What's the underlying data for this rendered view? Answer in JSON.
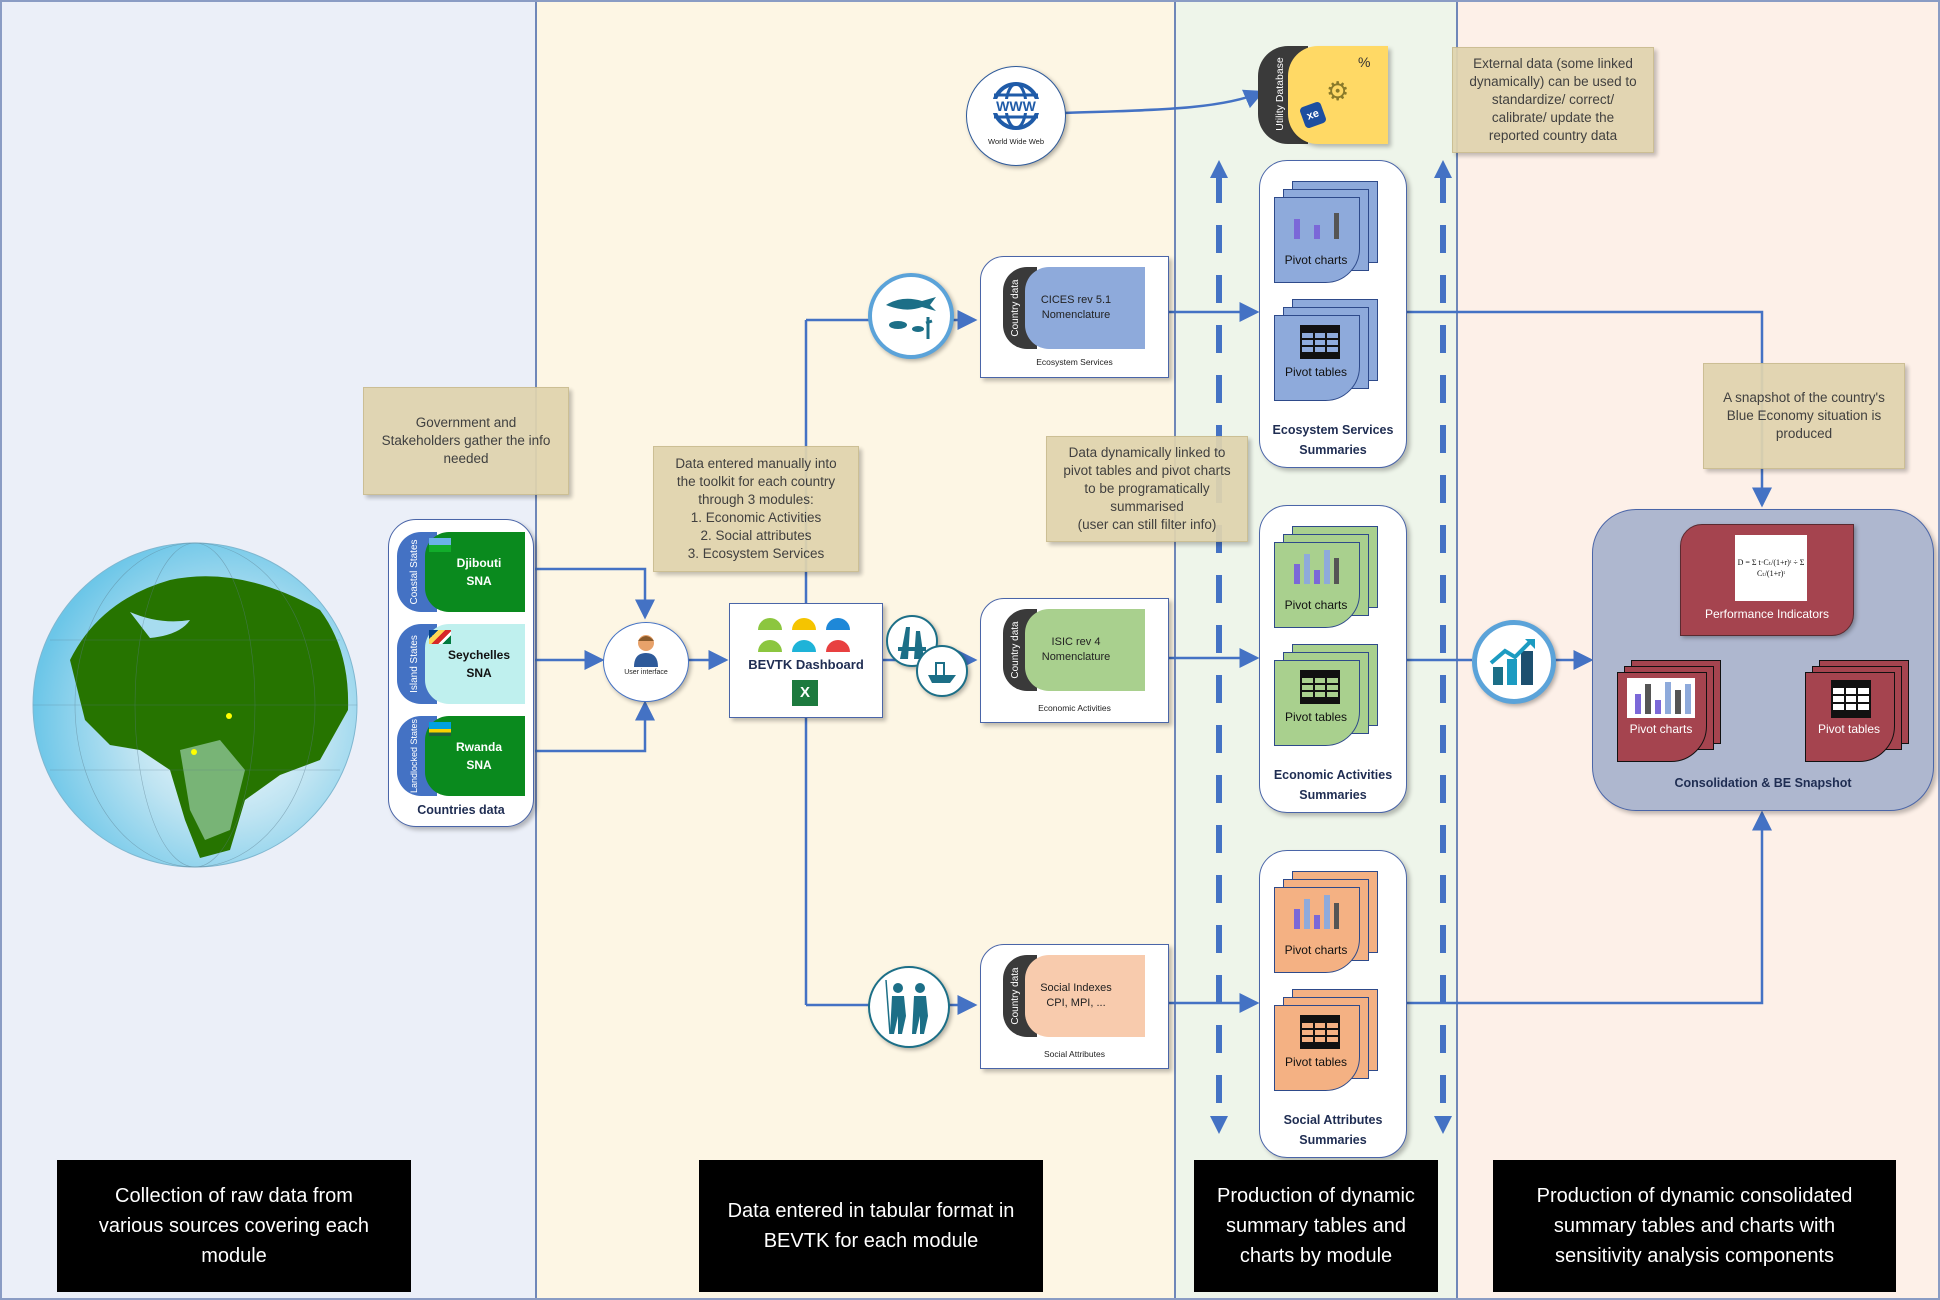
{
  "lanes": [
    {
      "id": "collection",
      "color": "#ebeff8",
      "caption": "Collection of raw data  from\nvarious sources covering each\nmodule"
    },
    {
      "id": "entry",
      "color": "#fdf6e4",
      "caption": "Data entered in tabular format in\nBEVTK for each module"
    },
    {
      "id": "production",
      "color": "#eef5ea",
      "caption": "Production of dynamic\nsummary tables and\ncharts by module"
    },
    {
      "id": "consolidation",
      "color": "#fdf0e8",
      "caption": "Production of dynamic consolidated\nsummary tables and charts with\nsensitivity analysis components"
    }
  ],
  "notes": {
    "gather": "Government and\nStakeholders gather the info\nneeded",
    "manual_entry": "Data entered manually into\nthe toolkit for each country\nthrough 3 modules:\n1. Economic Activities\n2. Social attributes\n3. Ecosystem Services",
    "dynamic_link": "Data dynamically linked to\npivot tables and pivot charts\nto be programatically\nsummarised\n(user can still filter info)",
    "external": "External data (some linked\ndynamically) can be used to\nstandardize/ correct/\ncalibrate/ update the\nreported country data",
    "snapshot": "A snapshot of the country's\nBlue Economy situation is\nproduced"
  },
  "countries": {
    "title": "Countries data",
    "items": [
      {
        "category": "Coastal States",
        "name": "Djibouti\nSNA",
        "color": "#0a8a1e"
      },
      {
        "category": "Island States",
        "name": "Seychelles\nSNA",
        "color": "#bff0ee"
      },
      {
        "category": "Landlocked States",
        "name": "Rwanda\nSNA",
        "color": "#0a8a1e"
      }
    ]
  },
  "user_interface": {
    "label": "User interface"
  },
  "dashboard": {
    "label": "BEVTK Dashboard",
    "excel_icon": "X"
  },
  "www": {
    "glyph": "WWW",
    "label": "World Wide Web"
  },
  "utility_db": {
    "label": "Utility Database",
    "xe_badge": "xe"
  },
  "modules": [
    {
      "id": "ecosystem",
      "side_label": "Country data",
      "body": "CICES rev 5.1\nNomenclature",
      "caption": "Ecosystem Services",
      "fill": "#8eaadb",
      "summary": "Ecosystem Services\nSummaries"
    },
    {
      "id": "economic",
      "side_label": "Country data",
      "body": "ISIC rev 4\nNomenclature",
      "caption": "Economic Activities",
      "fill": "#a9d08e",
      "summary": "Economic Activities\nSummaries"
    },
    {
      "id": "social",
      "side_label": "Country data",
      "body": "Social Indexes\nCPI, MPI, ...",
      "caption": "Social Attributes",
      "fill": "#f4b183",
      "summary": "Social Attributes\nSummaries"
    }
  ],
  "pivot": {
    "charts": "Pivot charts",
    "tables": "Pivot tables"
  },
  "consolidation": {
    "title": "Consolidation & BE Snapshot",
    "performance": "Performance Indicators",
    "formula": "D = Σ t·Cₜ/(1+r)ᵗ ÷ Σ Cₜ/(1+r)ᵗ",
    "charts": "Pivot charts",
    "tables": "Pivot tables"
  },
  "colors": {
    "line": "#4472c4",
    "navy": "#1f2d52",
    "crimson": "#a5444f",
    "teal": "#1c6f87",
    "note": "#e0d4ae"
  }
}
